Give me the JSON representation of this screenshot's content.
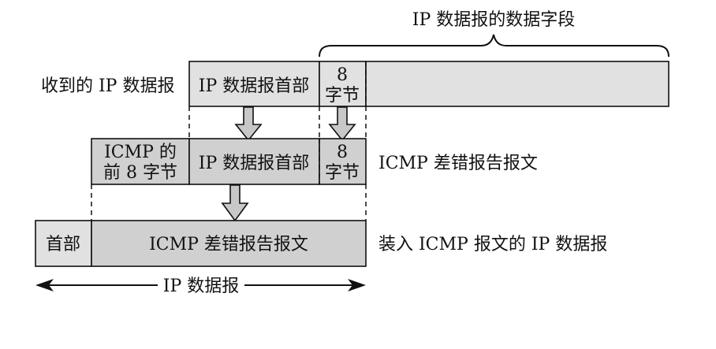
{
  "labels": {
    "data_field": "IP 数据报的数据字段",
    "received_ip": "收到的 IP 数据报",
    "ip_header": "IP 数据报首部",
    "eight": "8",
    "bytes": "字节",
    "icmp_line1": "ICMP 的",
    "icmp_line2": "前 8 字节",
    "icmp_error_msg": "ICMP 差错报告报文",
    "header": "首部",
    "encapsulated": "装入 ICMP 报文的 IP 数据报",
    "ip_datagram": "IP 数据报"
  },
  "colors": {
    "light_fill": "#e1e1e1",
    "mid_fill": "#d0d0d0",
    "stroke": "#111111"
  }
}
